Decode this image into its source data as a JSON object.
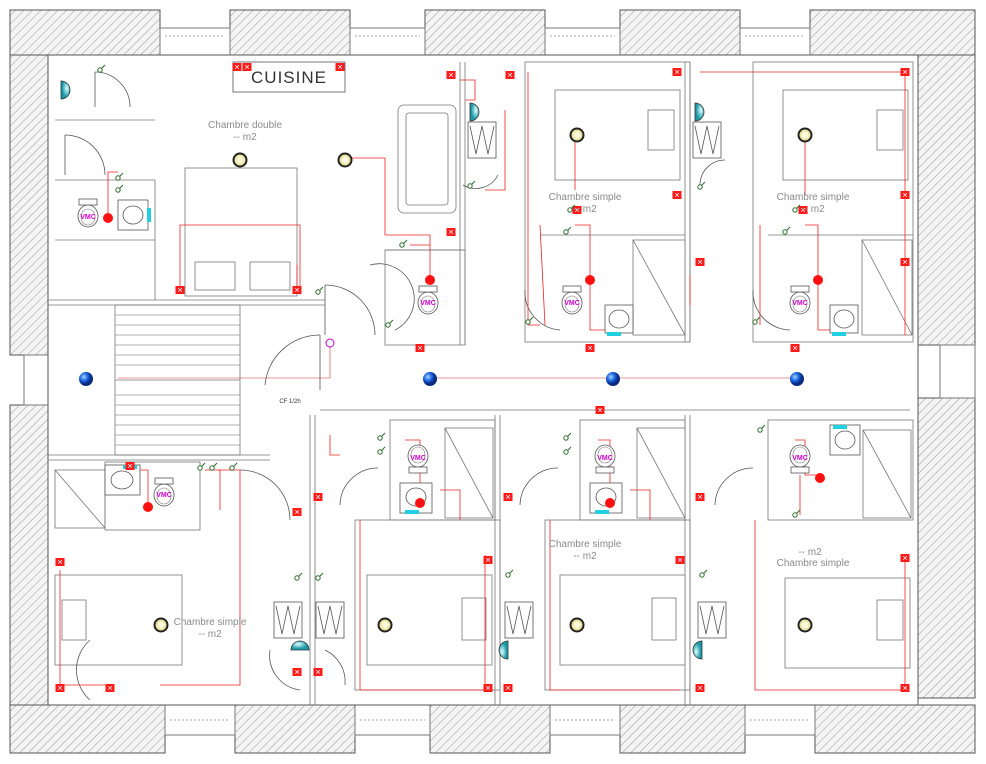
{
  "plan": {
    "kitchen_label": "CUISINE",
    "door_label": "CF 1/2h",
    "fixture_label": "VMC",
    "rooms": [
      {
        "name": "Chambre double",
        "area": "-- m2"
      },
      {
        "name": "Chambre simple",
        "area": "-- m2"
      },
      {
        "name": "Chambre simple",
        "area": "-- m2"
      },
      {
        "name": "Chambre simple",
        "area": "-- m2"
      },
      {
        "name": "Chambre simple",
        "area": "-- m2"
      },
      {
        "name": "Chambre simple",
        "area": "-- m2"
      }
    ]
  },
  "colors": {
    "wire": "#e22222",
    "blue_light": "#1560e0",
    "ceiling_light": "#e8e4a0",
    "vmc": "#d000c8",
    "socket": "#ff0000",
    "cyan_fixture": "#20d0e0"
  },
  "icons": [
    "ceiling-light-icon",
    "corridor-light-icon",
    "socket-icon",
    "switch-icon",
    "vmc-icon",
    "radiator-icon",
    "wall-light-icon"
  ]
}
